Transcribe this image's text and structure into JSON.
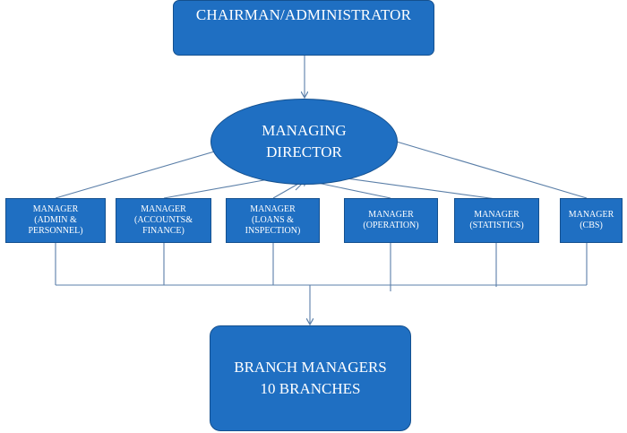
{
  "top": {
    "label": "CHAIRMAN/ADMINISTRATOR"
  },
  "md": {
    "line1": "MANAGING",
    "line2": "DIRECTOR"
  },
  "managers": [
    {
      "line1": "MANAGER",
      "line2": "(ADMIN &",
      "line3": "PERSONNEL)"
    },
    {
      "line1": "MANAGER",
      "line2": "(ACCOUNTS&",
      "line3": "FINANCE)"
    },
    {
      "line1": "MANAGER",
      "line2": "(LOANS &",
      "line3": "INSPECTION)"
    },
    {
      "line1": "MANAGER",
      "line2": "(OPERATION)",
      "line3": ""
    },
    {
      "line1": "MANAGER",
      "line2": "(STATISTICS)",
      "line3": ""
    },
    {
      "line1": "MANAGER",
      "line2": "(CBS)",
      "line3": ""
    }
  ],
  "bottom": {
    "line1": "BRANCH MANAGERS",
    "line2": "10 BRANCHES"
  },
  "colors": {
    "box_fill": "#1f6fc2",
    "box_border": "#14508f",
    "line": "#5b7fa8",
    "text": "#ffffff"
  }
}
